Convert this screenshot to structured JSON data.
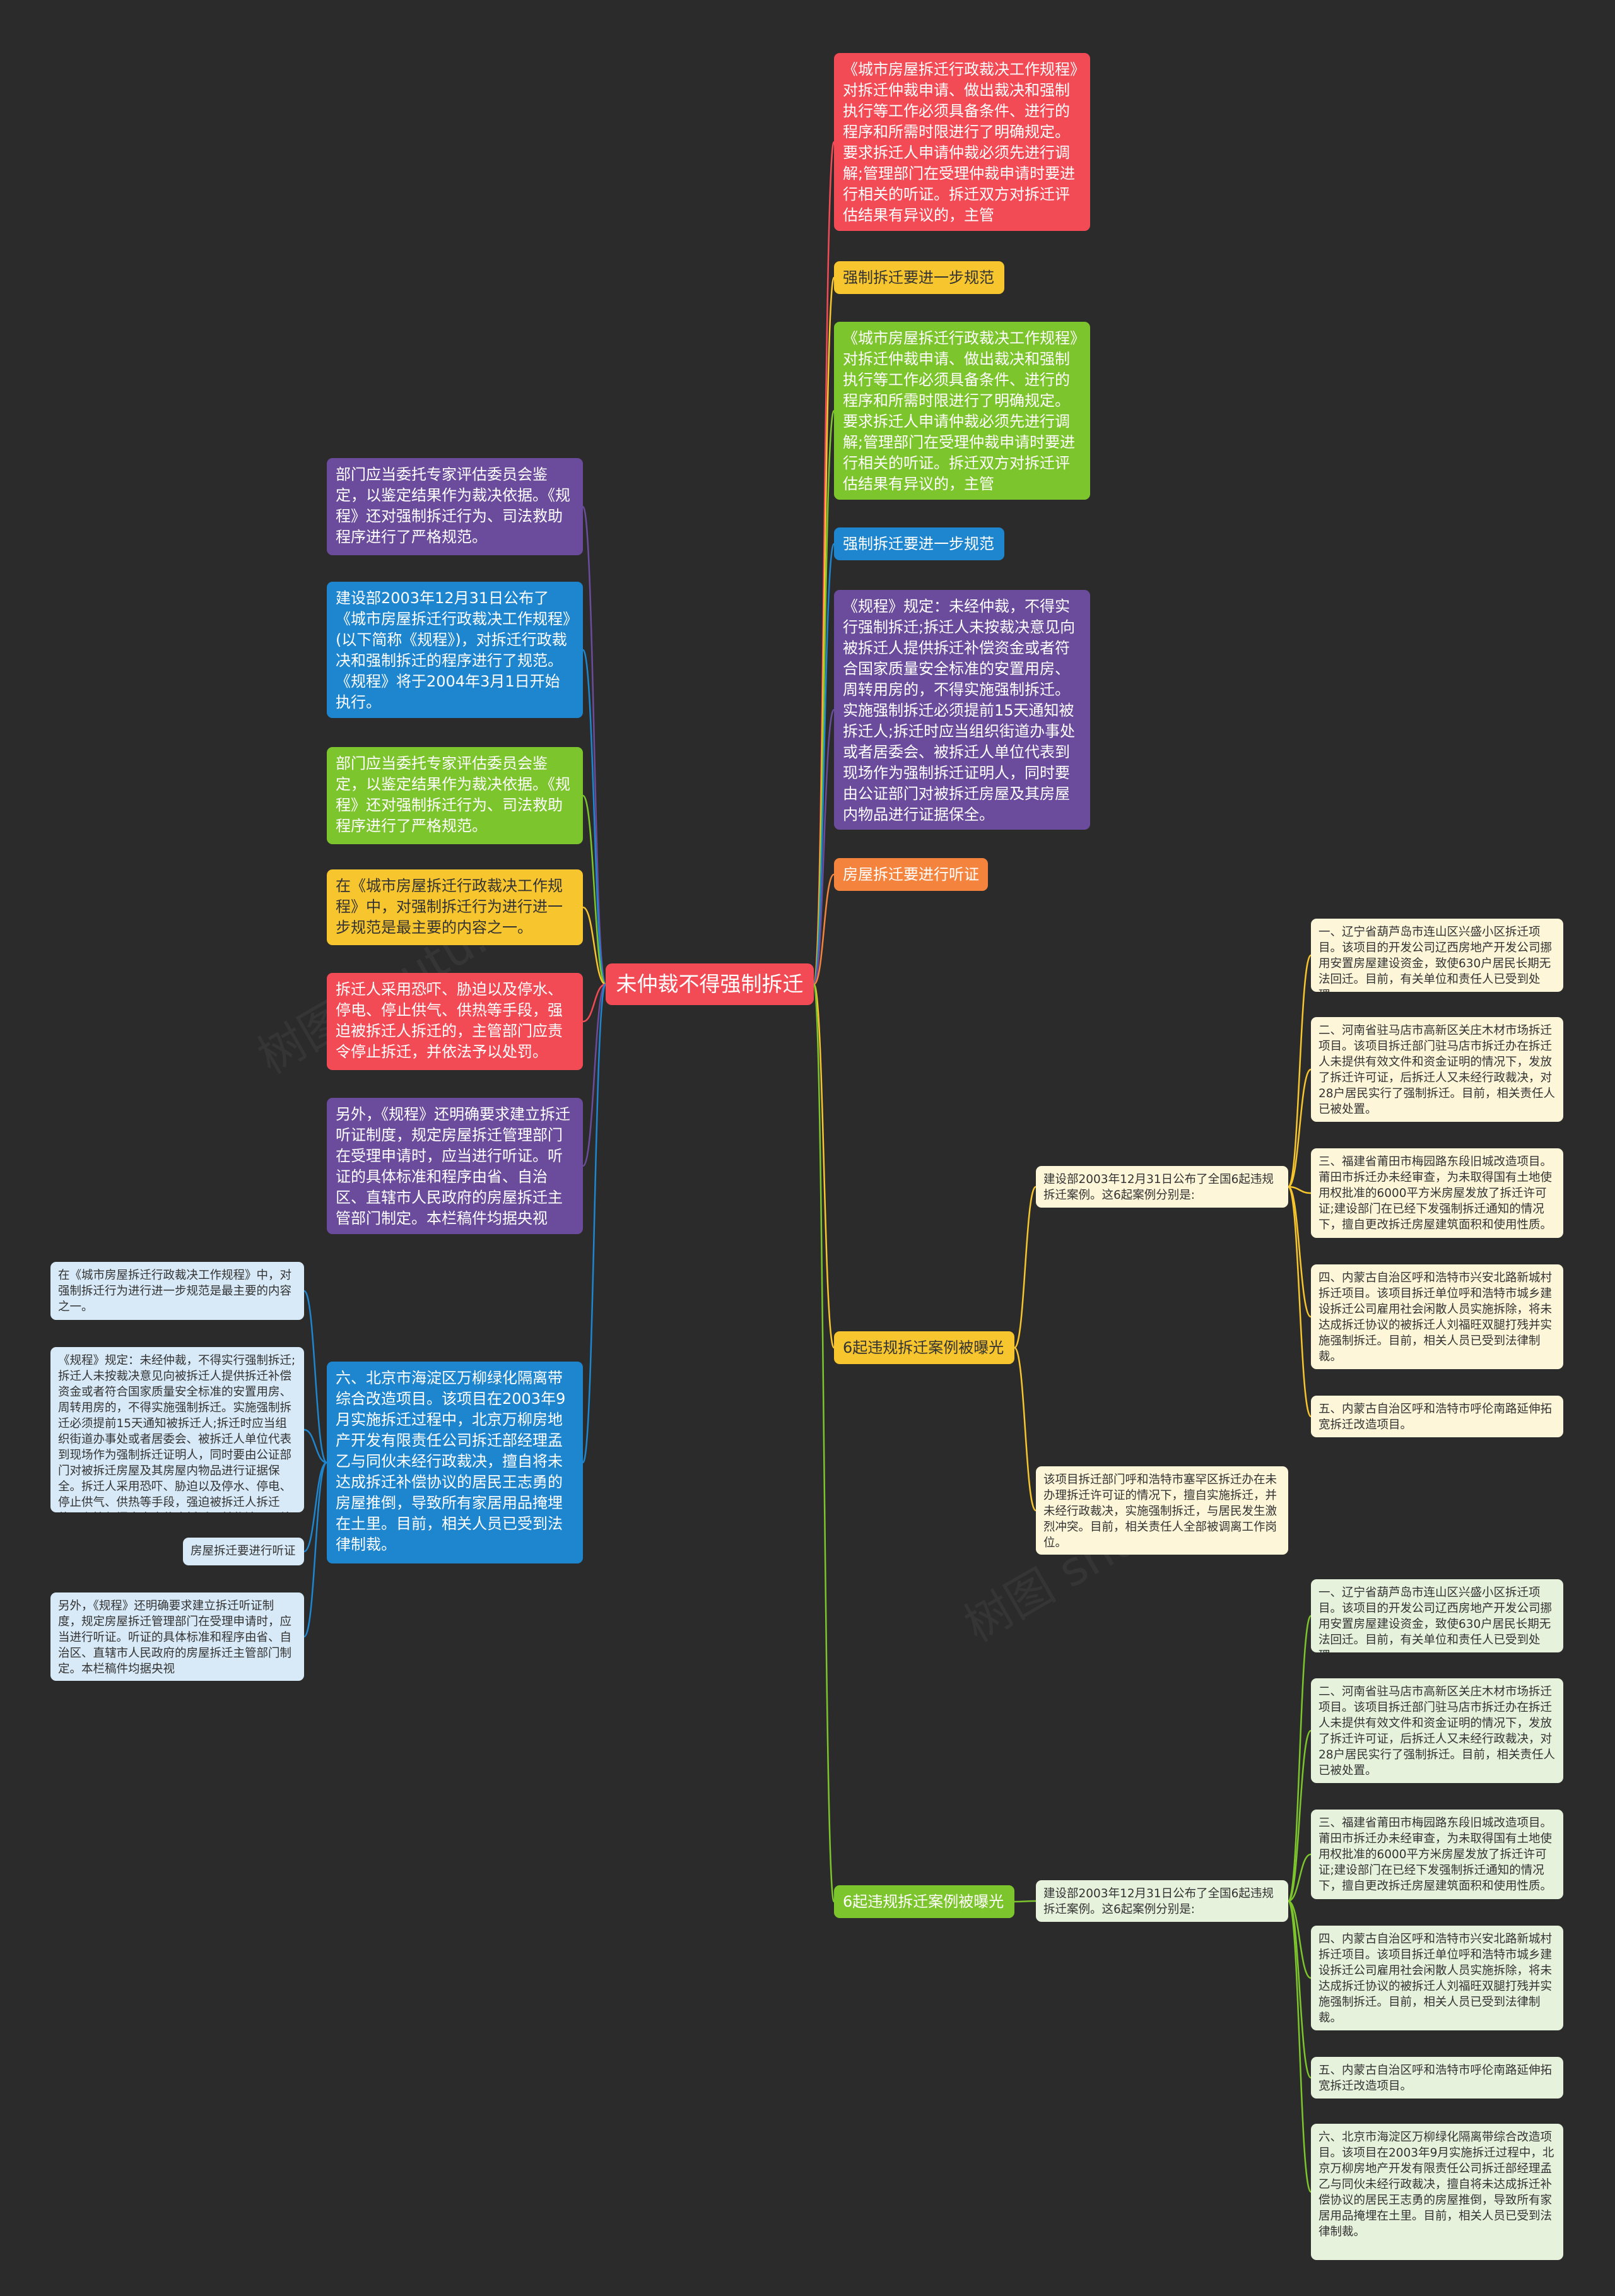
{
  "colors": {
    "background": "#2b2b2b",
    "central": "#f24b55",
    "red": "#f24b55",
    "yellow": "#f7c52d",
    "green": "#7dc52c",
    "blue": "#1e86cf",
    "purple": "#6b4c9c",
    "orange": "#f4843d",
    "light_blue": "#d8eaf7",
    "cream": "#fdf6d8",
    "light_green": "#e7f2dc"
  },
  "watermark": "树图 shutu.cn",
  "central": {
    "text": "未仲裁不得强制拆迁"
  },
  "right": {
    "r1": "《城市房屋拆迁行政裁决工作规程》对拆迁仲裁申请、做出裁决和强制执行等工作必须具备条件、进行的程序和所需时限进行了明确规定。要求拆迁人申请仲裁必须先进行调解;管理部门在受理仲裁申请时要进行相关的听证。拆迁双方对拆迁评估结果有异议的，主管",
    "r2": "强制拆迁要进一步规范",
    "r3": "《城市房屋拆迁行政裁决工作规程》对拆迁仲裁申请、做出裁决和强制执行等工作必须具备条件、进行的程序和所需时限进行了明确规定。要求拆迁人申请仲裁必须先进行调解;管理部门在受理仲裁申请时要进行相关的听证。拆迁双方对拆迁评估结果有异议的，主管",
    "r4": "强制拆迁要进一步规范",
    "r5": "《规程》规定：未经仲裁，不得实行强制拆迁;拆迁人未按裁决意见向被拆迁人提供拆迁补偿资金或者符合国家质量安全标准的安置用房、周转用房的，不得实施强制拆迁。实施强制拆迁必须提前15天通知被拆迁人;拆迁时应当组织街道办事处或者居委会、被拆迁人单位代表到现场作为强制拆迁证明人，同时要由公证部门对被拆迁房屋及其房屋内物品进行证据保全。",
    "r6": "房屋拆迁要进行听证",
    "r7": "6起违规拆迁案例被曝光",
    "r8": "6起违规拆迁案例被曝光"
  },
  "left": {
    "l1": "部门应当委托专家评估委员会鉴定，以鉴定结果作为裁决依据。《规程》还对强制拆迁行为、司法救助程序进行了严格规范。",
    "l2": "建设部2003年12月31日公布了《城市房屋拆迁行政裁决工作规程》(以下简称《规程》)，对拆迁行政裁决和强制拆迁的程序进行了规范。《规程》将于2004年3月1日开始执行。",
    "l3": "部门应当委托专家评估委员会鉴定，以鉴定结果作为裁决依据。《规程》还对强制拆迁行为、司法救助程序进行了严格规范。",
    "l4": "在《城市房屋拆迁行政裁决工作规程》中，对强制拆迁行为进行进一步规范是最主要的内容之一。",
    "l5": "拆迁人采用恐吓、胁迫以及停水、停电、停止供气、供热等手段，强迫被拆迁人拆迁的，主管部门应责令停止拆迁，并依法予以处罚。",
    "l6": "另外，《规程》还明确要求建立拆迁听证制度，规定房屋拆迁管理部门在受理申请时，应当进行听证。听证的具体标准和程序由省、自治区、直辖市人民政府的房屋拆迁主管部门制定。本栏稿件均据央视",
    "l7": "六、北京市海淀区万柳绿化隔离带综合改造项目。该项目在2003年9月实施拆迁过程中，北京万柳房地产开发有限责任公司拆迁部经理孟乙与同伙未经行政裁决，擅自将未达成拆迁补偿协议的居民王志勇的房屋推倒，导致所有家居用品掩埋在土里。目前，相关人员已受到法律制裁。"
  },
  "far_left": {
    "fl1": "在《城市房屋拆迁行政裁决工作规程》中，对强制拆迁行为进行进一步规范是最主要的内容之一。",
    "fl2": "《规程》规定：未经仲裁，不得实行强制拆迁;拆迁人未按裁决意见向被拆迁人提供拆迁补偿资金或者符合国家质量安全标准的安置用房、周转用房的，不得实施强制拆迁。实施强制拆迁必须提前15天通知被拆迁人;拆迁时应当组织街道办事处或者居委会、被拆迁人单位代表到现场作为强制拆迁证明人，同时要由公证部门对被拆迁房屋及其房屋内物品进行证据保全。拆迁人采用恐吓、胁迫以及停水、停电、停止供气、供热等手段，强迫被拆迁人拆迁的，主管部门应责令停止拆迁，并依法予以处罚。",
    "fl3": "房屋拆迁要进行听证",
    "fl4": "另外，《规程》还明确要求建立拆迁听证制度，规定房屋拆迁管理部门在受理申请时，应当进行听证。听证的具体标准和程序由省、自治区、直辖市人民政府的房屋拆迁主管部门制定。本栏稿件均据央视"
  },
  "mid": {
    "m1": "建设部2003年12月31日公布了全国6起违规拆迁案例。这6起案例分别是:",
    "m2": "该项目拆迁部门呼和浩特市塞罕区拆迁办在未办理拆迁许可证的情况下，擅自实施拆迁，并未经行政裁决，实施强制拆迁，与居民发生激烈冲突。目前，相关责任人全部被调离工作岗位。",
    "m3": "建设部2003年12月31日公布了全国6起违规拆迁案例。这6起案例分别是:"
  },
  "cases_a": {
    "c1": "一、辽宁省葫芦岛市连山区兴盛小区拆迁项目。该项目的开发公司辽西房地产开发公司挪用安置房屋建设资金，致使630户居民长期无法回迁。目前，有关单位和责任人已受到处理。",
    "c2": "二、河南省驻马店市高新区关庄木材市场拆迁项目。该项目拆迁部门驻马店市拆迁办在拆迁人未提供有效文件和资金证明的情况下，发放了拆迁许可证，后拆迁人又未经行政裁决，对28户居民实行了强制拆迁。目前，相关责任人已被处置。",
    "c3": "三、福建省莆田市梅园路东段旧城改造项目。莆田市拆迁办未经审查，为未取得国有土地使用权批准的6000平方米房屋发放了拆迁许可证;建设部门在已经下发强制拆迁通知的情况下，擅自更改拆迁房屋建筑面积和使用性质。",
    "c4": "四、内蒙古自治区呼和浩特市兴安北路新城村拆迁项目。该项目拆迁单位呼和浩特市城乡建设拆迁公司雇用社会闲散人员实施拆除，将未达成拆迁协议的被拆迁人刘福旺双腿打残并实施强制拆迁。目前，相关人员已受到法律制裁。",
    "c5": "五、内蒙古自治区呼和浩特市呼伦南路延伸拓宽拆迁改造项目。"
  },
  "cases_b": {
    "c1": "一、辽宁省葫芦岛市连山区兴盛小区拆迁项目。该项目的开发公司辽西房地产开发公司挪用安置房屋建设资金，致使630户居民长期无法回迁。目前，有关单位和责任人已受到处理。",
    "c2": "二、河南省驻马店市高新区关庄木材市场拆迁项目。该项目拆迁部门驻马店市拆迁办在拆迁人未提供有效文件和资金证明的情况下，发放了拆迁许可证，后拆迁人又未经行政裁决，对28户居民实行了强制拆迁。目前，相关责任人已被处置。",
    "c3": "三、福建省莆田市梅园路东段旧城改造项目。莆田市拆迁办未经审查，为未取得国有土地使用权批准的6000平方米房屋发放了拆迁许可证;建设部门在已经下发强制拆迁通知的情况下，擅自更改拆迁房屋建筑面积和使用性质。",
    "c4": "四、内蒙古自治区呼和浩特市兴安北路新城村拆迁项目。该项目拆迁单位呼和浩特市城乡建设拆迁公司雇用社会闲散人员实施拆除，将未达成拆迁协议的被拆迁人刘福旺双腿打残并实施强制拆迁。目前，相关人员已受到法律制裁。",
    "c5": "五、内蒙古自治区呼和浩特市呼伦南路延伸拓宽拆迁改造项目。",
    "c6": "六、北京市海淀区万柳绿化隔离带综合改造项目。该项目在2003年9月实施拆迁过程中，北京万柳房地产开发有限责任公司拆迁部经理孟乙与同伙未经行政裁决，擅自将未达成拆迁补偿协议的居民王志勇的房屋推倒，导致所有家居用品掩埋在土里。目前，相关人员已受到法律制裁。"
  }
}
